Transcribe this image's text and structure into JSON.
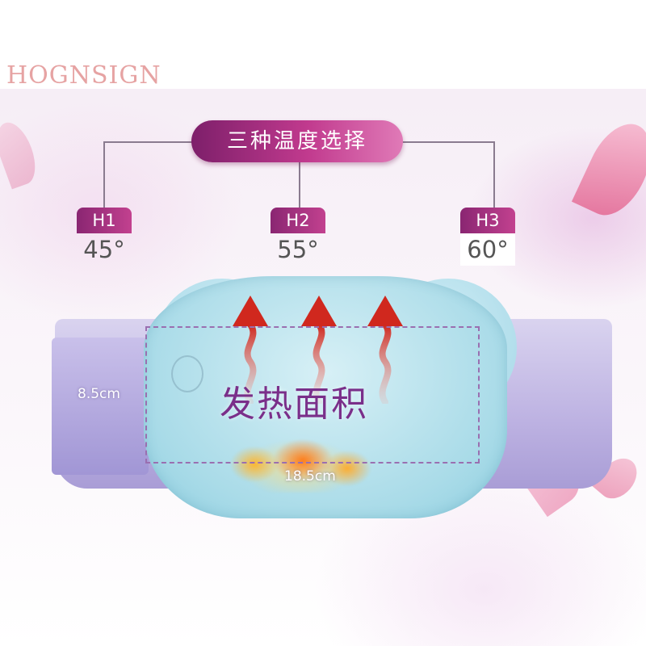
{
  "brand": {
    "watermark": "HOGNSIGN"
  },
  "header": {
    "title": "三种温度选择"
  },
  "temperatures": [
    {
      "level": "H1",
      "value": "45°"
    },
    {
      "level": "H2",
      "value": "55°"
    },
    {
      "level": "H3",
      "value": "60°"
    }
  ],
  "product": {
    "heating_area_label": "发热面积",
    "height_dimension": "8.5cm",
    "width_dimension": "18.5cm"
  },
  "colors": {
    "title_pill": "#b0328a",
    "brand_text": "#e6a3a3",
    "pad": "#a9dbe8",
    "belt": "#bdb2e2",
    "arrow": "#d0281e"
  },
  "icons": [
    "heat-arrow-icon",
    "flame-icon",
    "power-button-icon"
  ]
}
